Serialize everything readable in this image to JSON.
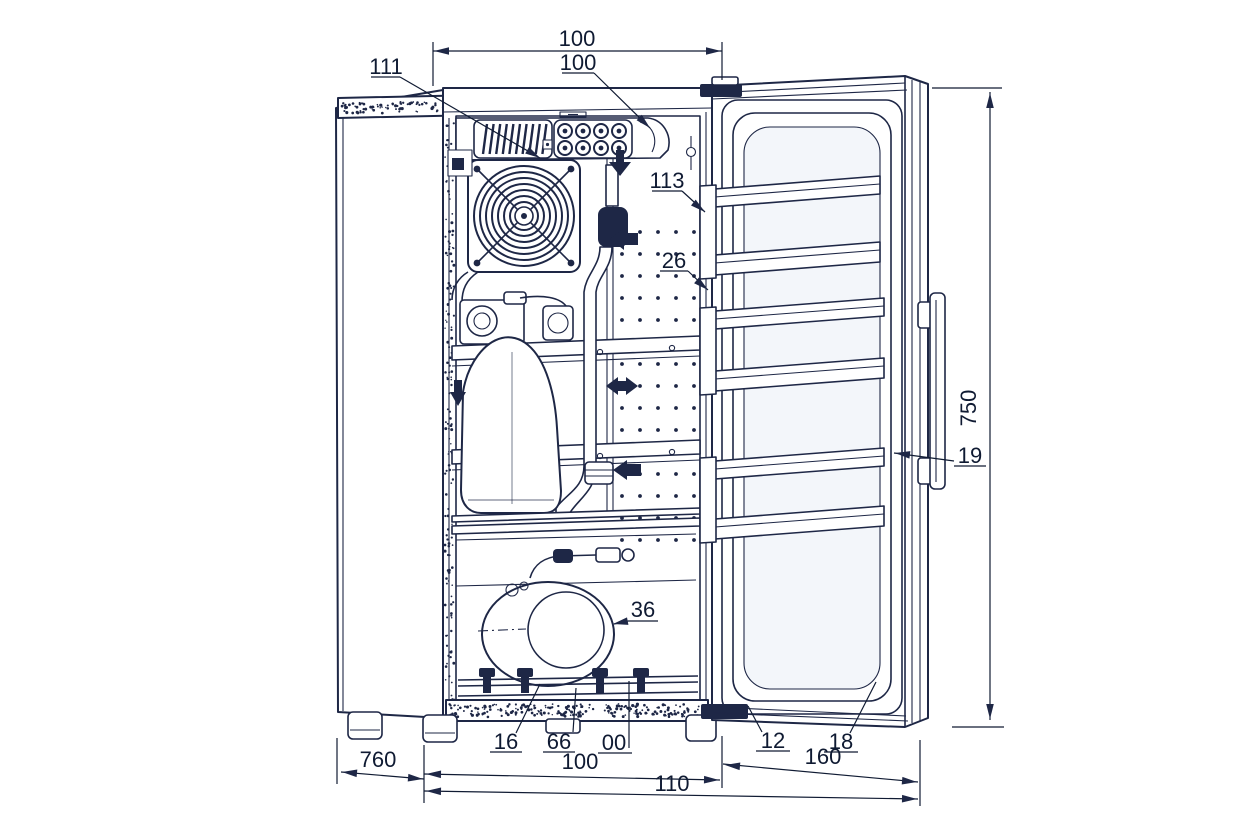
{
  "diagram": {
    "type": "technical-drawing",
    "subject": "minibar-refrigerator-cutaway-open-door",
    "ink_color": "#1e2746",
    "background_color": "#ffffff",
    "labels": {
      "callout_111": "111",
      "callout_100_panel": "100",
      "callout_113": "113",
      "callout_26": "26",
      "callout_19": "19",
      "callout_36": "36",
      "callout_16": "16",
      "callout_66": "66",
      "callout_00": "00",
      "callout_12": "12",
      "callout_18": "18",
      "dim_top_width": "100",
      "dim_height": "750",
      "dim_depth": "760",
      "dim_bottom_width": "100",
      "dim_door_swing": "160",
      "dim_overall_width": "110"
    }
  }
}
